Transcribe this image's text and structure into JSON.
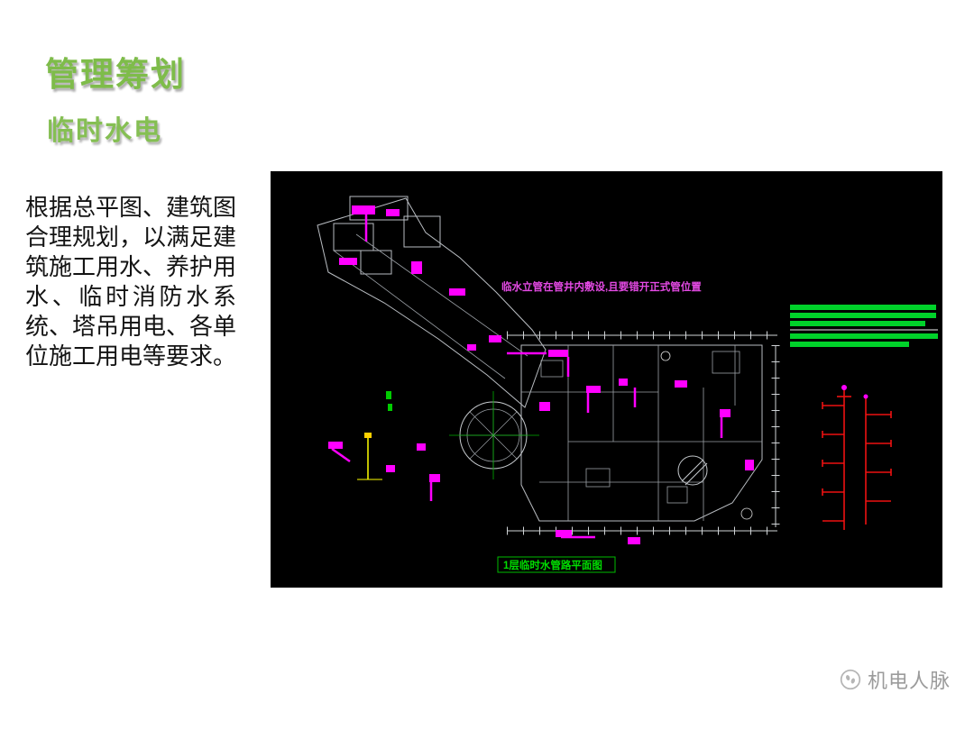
{
  "slide": {
    "title": "管理筹划",
    "subtitle": "临时水电",
    "body": "根据总平图、建筑图合理规划，以满足建筑施工用水、养护用水、临时消防水系统、塔吊用电、各单位施工用电等要求。"
  },
  "cad": {
    "note_top": "临水立管在管井内敷设,且要错开正式管位置",
    "caption": "1层临时水管路平面图"
  },
  "watermark": {
    "label": "机电人脉",
    "logo_icon": "cloud-footprints-logo"
  },
  "colors": {
    "title_green": "#7ebc4a",
    "cad_background": "#000000",
    "cad_line_gray": "#b9bdc2",
    "pipe_magenta": "#ff00ff",
    "annotation_green": "#00d22a",
    "riser_red": "#ee1111",
    "note_magenta": "#e44ae4"
  }
}
